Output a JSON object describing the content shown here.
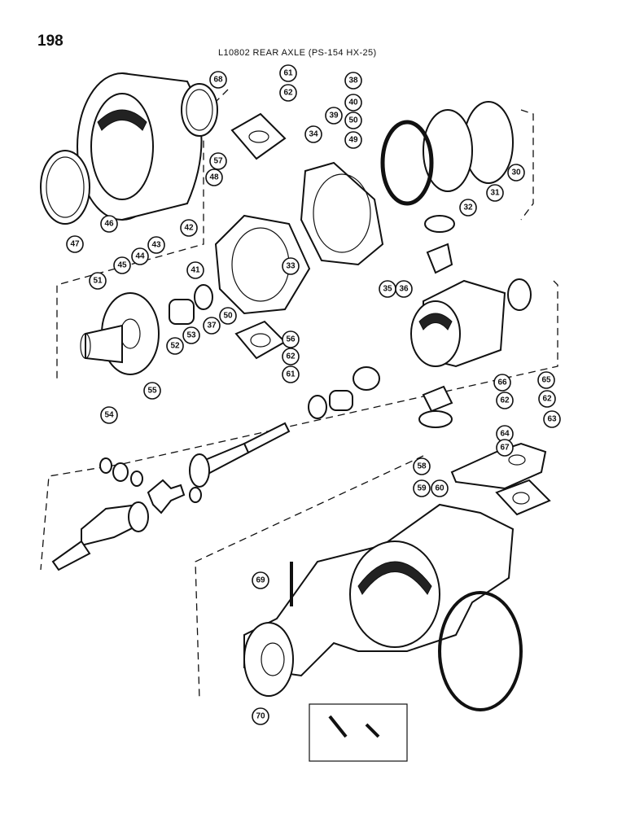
{
  "page": {
    "number": "198",
    "title": "L10802 REAR AXLE (PS-154 HX-25)"
  },
  "callouts": [
    "68",
    "61",
    "62",
    "57",
    "38",
    "39",
    "40",
    "50",
    "34",
    "49",
    "32",
    "31",
    "30",
    "47",
    "46",
    "48",
    "42",
    "43",
    "44",
    "45",
    "41",
    "33",
    "35",
    "36",
    "51",
    "52",
    "53",
    "37",
    "50",
    "56",
    "62",
    "61",
    "54",
    "55",
    "66",
    "65",
    "62",
    "62",
    "63",
    "64",
    "67",
    "58",
    "59",
    "60",
    "69",
    "70"
  ],
  "colors": {
    "ink": "#111111",
    "paper": "#ffffff"
  }
}
